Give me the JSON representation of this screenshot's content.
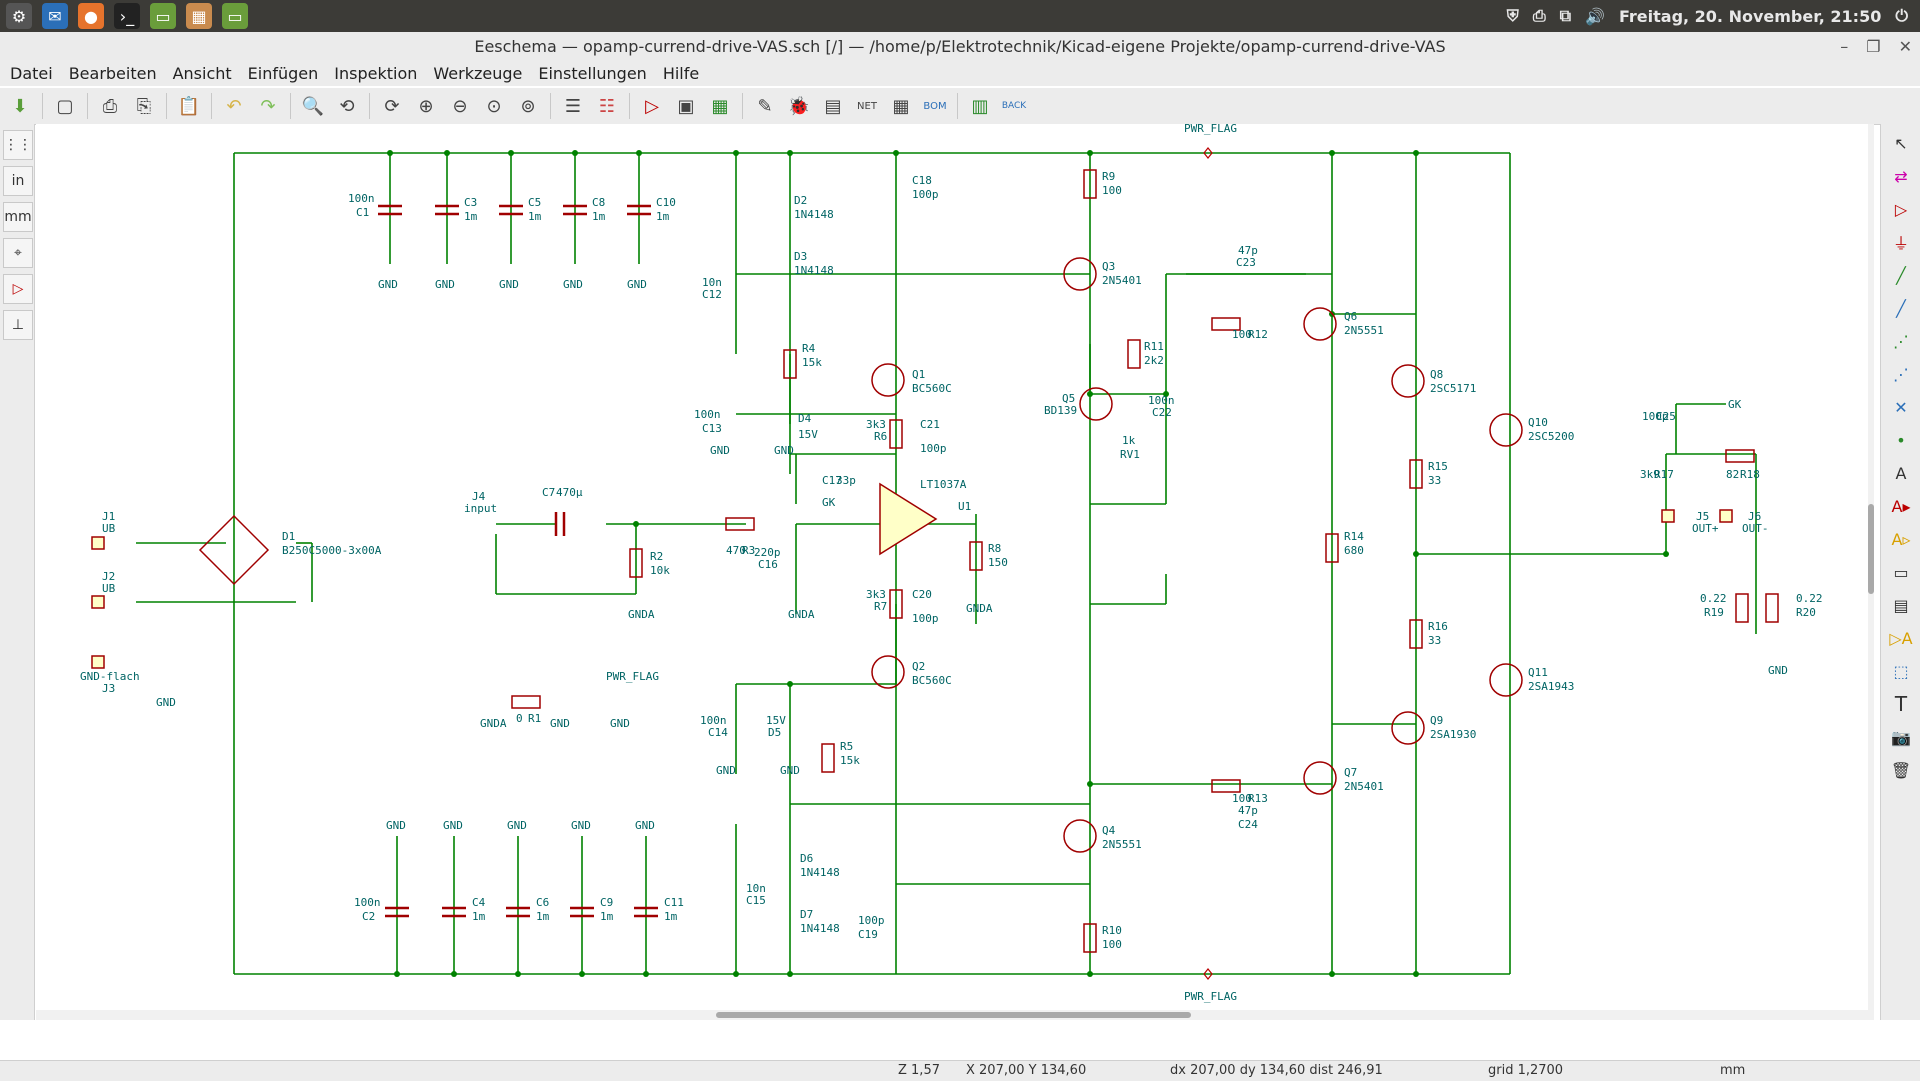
{
  "topbar": {
    "datetime": "Freitag, 20. November, 21:50"
  },
  "window": {
    "title": "Eeschema — opamp-currend-drive-VAS.sch [/] — /home/p/Elektrotechnik/Kicad-eigene Projekte/opamp-currend-drive-VAS"
  },
  "menu": [
    "Datei",
    "Bearbeiten",
    "Ansicht",
    "Einfügen",
    "Inspektion",
    "Werkzeuge",
    "Einstellungen",
    "Hilfe"
  ],
  "left_tools": {
    "units_in": "in",
    "units_mm": "mm"
  },
  "schematic": {
    "pwr_flag_top": "PWR_FLAG",
    "pwr_flag_bottom": "PWR_FLAG",
    "pwr_flag_mid": "PWR_FLAG",
    "gnd": "GND",
    "gnda": "GNDA",
    "caps_top": [
      {
        "val": "100n",
        "ref": "C1"
      },
      {
        "val": "1m",
        "ref": "C3"
      },
      {
        "val": "1m",
        "ref": "C5"
      },
      {
        "val": "1m",
        "ref": "C8"
      },
      {
        "val": "1m",
        "ref": "C10"
      }
    ],
    "caps_bottom": [
      {
        "val": "100n",
        "ref": "C2"
      },
      {
        "val": "1m",
        "ref": "C4"
      },
      {
        "val": "1m",
        "ref": "C6"
      },
      {
        "val": "1m",
        "ref": "C9"
      },
      {
        "val": "1m",
        "ref": "C11"
      }
    ],
    "J1": {
      "ref": "J1",
      "val": "UB"
    },
    "J2": {
      "ref": "J2",
      "val": "UB"
    },
    "J3": {
      "ref": "J3",
      "val": "GND-flach"
    },
    "J4": {
      "ref": "J4",
      "val": "input"
    },
    "D1": {
      "ref": "D1",
      "val": "B250C5000-3x00A"
    },
    "C7": {
      "ref": "C7",
      "val": "470µ"
    },
    "R2": {
      "ref": "R2",
      "val": "10k"
    },
    "R3": {
      "ref": "R3",
      "val": "470"
    },
    "C16": {
      "ref": "C16",
      "val": "220p"
    },
    "C17": {
      "ref": "C17",
      "val": "33p"
    },
    "U1": {
      "ref": "U1",
      "val": "LT1037A"
    },
    "R8": {
      "ref": "R8",
      "val": "150"
    },
    "R6": {
      "ref": "R6",
      "val": "3k3"
    },
    "R7": {
      "ref": "R7",
      "val": "3k3"
    },
    "C21": {
      "ref": "C21",
      "val": "100p"
    },
    "C20": {
      "ref": "C20",
      "val": "100p"
    },
    "Q1": {
      "ref": "Q1",
      "val": "BC560C"
    },
    "Q2": {
      "ref": "Q2",
      "val": "BC560C"
    },
    "R4": {
      "ref": "R4",
      "val": "15k"
    },
    "R5": {
      "ref": "R5",
      "val": "15k"
    },
    "C12": {
      "ref": "C12",
      "val": "10n"
    },
    "C13": {
      "ref": "C13",
      "val": "100n"
    },
    "C14": {
      "ref": "C14",
      "val": "100n"
    },
    "C15": {
      "ref": "C15",
      "val": "10n"
    },
    "D2": {
      "ref": "D2",
      "val": "1N4148"
    },
    "D3": {
      "ref": "D3",
      "val": "1N4148"
    },
    "D4": {
      "ref": "D4",
      "val": "15V"
    },
    "D5": {
      "ref": "D5",
      "val": "15V"
    },
    "D6": {
      "ref": "D6",
      "val": "1N4148"
    },
    "D7": {
      "ref": "D7",
      "val": "1N4148"
    },
    "C18": {
      "ref": "C18",
      "val": "100p"
    },
    "C19": {
      "ref": "C19",
      "val": "100p"
    },
    "R9": {
      "ref": "R9",
      "val": "100"
    },
    "R10": {
      "ref": "R10",
      "val": "100"
    },
    "Q3": {
      "ref": "Q3",
      "val": "2N5401"
    },
    "Q4": {
      "ref": "Q4",
      "val": "2N5551"
    },
    "Q5": {
      "ref": "Q5",
      "val": "BD139"
    },
    "R11": {
      "ref": "R11",
      "val": "2k2"
    },
    "RV1": {
      "ref": "RV1",
      "val": "1k"
    },
    "C22": {
      "ref": "C22",
      "val": "100n"
    },
    "R12": {
      "ref": "R12",
      "val": "100"
    },
    "R13": {
      "ref": "R13",
      "val": "100"
    },
    "C23": {
      "ref": "C23",
      "val": "47p"
    },
    "C24": {
      "ref": "C24",
      "val": "47p"
    },
    "Q6": {
      "ref": "Q6",
      "val": "2N5551"
    },
    "Q7": {
      "ref": "Q7",
      "val": "2N5401"
    },
    "R14": {
      "ref": "R14",
      "val": "680"
    },
    "Q8": {
      "ref": "Q8",
      "val": "2SC5171"
    },
    "Q9": {
      "ref": "Q9",
      "val": "2SA1930"
    },
    "R15": {
      "ref": "R15",
      "val": "33"
    },
    "R16": {
      "ref": "R16",
      "val": "33"
    },
    "Q10": {
      "ref": "Q10",
      "val": "2SC5200"
    },
    "Q11": {
      "ref": "Q11",
      "val": "2SA1943"
    },
    "C25": {
      "ref": "C25",
      "val": "100p"
    },
    "R17": {
      "ref": "R17",
      "val": "3k9"
    },
    "R18": {
      "ref": "R18",
      "val": "82"
    },
    "R19": {
      "ref": "R19",
      "val": "0.22"
    },
    "R20": {
      "ref": "R20",
      "val": "0.22"
    },
    "J5": {
      "ref": "J5",
      "val": "OUT+"
    },
    "J6": {
      "ref": "J6",
      "val": "OUT-"
    },
    "R1": {
      "ref": "R1",
      "val": "0"
    },
    "GK": "GK"
  },
  "status": {
    "zoom": "Z 1,57",
    "xy": "X 207,00  Y 134,60",
    "delta": "dx 207,00  dy 134,60  dist 246,91",
    "grid": "grid 1,2700",
    "units": "mm"
  }
}
